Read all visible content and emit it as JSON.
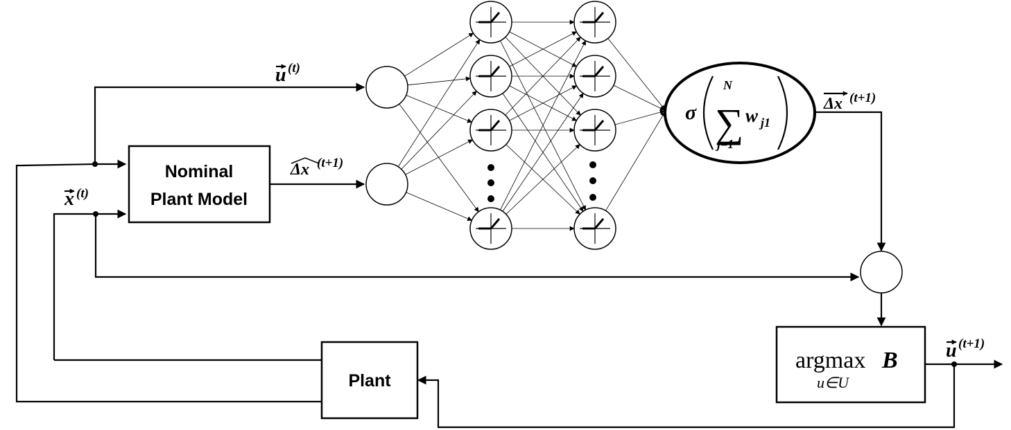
{
  "blocks": {
    "nominal_line1": "Nominal",
    "nominal_line2": "Plant Model",
    "plant": "Plant",
    "argmax": "argmax",
    "argmax_symbol": "B",
    "argmax_subscript": "u∈U"
  },
  "signals": {
    "u_t": {
      "symbol": "u",
      "superscript": "(t)"
    },
    "x_t": {
      "symbol": "x",
      "superscript": "(t)"
    },
    "dx_hat": {
      "symbol": "Δx",
      "superscript": "(t+1)"
    },
    "dx_vec": {
      "symbol": "Δx",
      "superscript": "(t+1)"
    },
    "u_t1": {
      "symbol": "u",
      "superscript": "(t+1)"
    }
  },
  "output_node": {
    "sigma": "σ",
    "sum": "∑",
    "upper": "N",
    "lower": "j=1",
    "weight": "w",
    "weight_sub": "j1"
  },
  "colors": {
    "line": "#000000",
    "background": "#ffffff"
  }
}
